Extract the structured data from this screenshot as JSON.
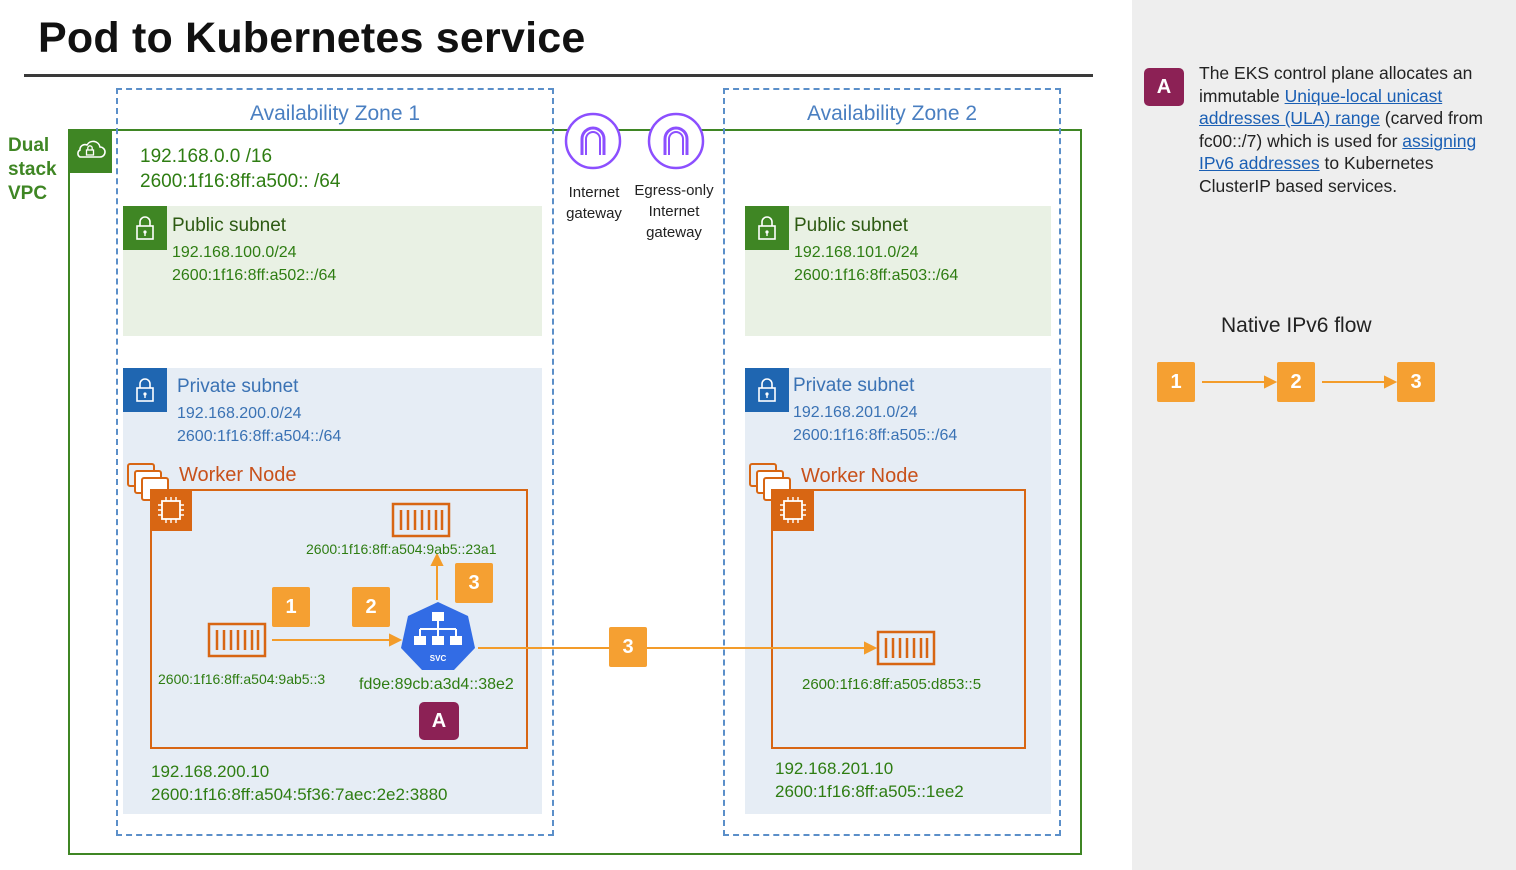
{
  "title": "Pod to Kubernetes service",
  "vpc": {
    "label_line1": "Dual",
    "label_line2": "stack",
    "label_line3": "VPC",
    "cidr_v4": "192.168.0.0 /16",
    "cidr_v6": "2600:1f16:8ff:a500:: /64"
  },
  "az1": {
    "label": "Availability Zone 1",
    "public_subnet": {
      "title": "Public subnet",
      "cidr_v4": "192.168.100.0/24",
      "cidr_v6": "2600:1f16:8ff:a502::/64"
    },
    "private_subnet": {
      "title": "Private subnet",
      "cidr_v4": "192.168.200.0/24",
      "cidr_v6": "2600:1f16:8ff:a504::/64"
    },
    "worker_node": {
      "label": "Worker Node",
      "pod_top_ip": "2600:1f16:8ff:a504:9ab5::23a1",
      "pod_left_ip": "2600:1f16:8ff:a504:9ab5::3",
      "svc_ip": "fd9e:89cb:a3d4::38e2",
      "svc_badge_text": "SVC",
      "node_ip_v4": "192.168.200.10",
      "node_ip_v6": "2600:1f16:8ff:a504:5f36:7aec:2e2:3880"
    }
  },
  "az2": {
    "label": "Availability Zone 2",
    "public_subnet": {
      "title": "Public subnet",
      "cidr_v4": "192.168.101.0/24",
      "cidr_v6": "2600:1f16:8ff:a503::/64"
    },
    "private_subnet": {
      "title": "Private subnet",
      "cidr_v4": "192.168.201.0/24",
      "cidr_v6": "2600:1f16:8ff:a505::/64"
    },
    "worker_node": {
      "label": "Worker Node",
      "pod_ip": "2600:1f16:8ff:a505:d853::5",
      "node_ip_v4": "192.168.201.10",
      "node_ip_v6": "2600:1f16:8ff:a505::1ee2"
    }
  },
  "gateways": {
    "internet_line1": "Internet",
    "internet_line2": "gateway",
    "egress_line1": "Egress-only",
    "egress_line2": "Internet",
    "egress_line3": "gateway"
  },
  "steps": {
    "one": "1",
    "two": "2",
    "three": "3",
    "a": "A"
  },
  "note": {
    "badge": "A",
    "p1": "The EKS control plane allocates an immutable ",
    "link1": "Unique-local unicast addresses (ULA) range",
    "p2": " (carved from fc00::/7) which is used for ",
    "link2": "assigning IPv6 addresses",
    "p3": " to Kubernetes ClusterIP based services."
  },
  "legend": {
    "title": "Native IPv6 flow",
    "s1": "1",
    "s2": "2",
    "s3": "3"
  },
  "colors": {
    "vpc_green": "#3f8624",
    "az_blue": "#5b8fc9",
    "private_blue": "#1f66b1",
    "worker_orange": "#d86613",
    "step_orange": "#f5a032",
    "flow_orange": "#f39c2a",
    "ula_purple": "#8c2155",
    "gateway_purple": "#8c4fff",
    "svc_blue": "#326ce5"
  },
  "icons": {
    "vpc": "cloud-lock-icon",
    "subnet": "padlock-icon",
    "worker_node": "instances-icon",
    "ec2": "chip-icon",
    "pod": "container-icon",
    "svc": "kubernetes-service-icon",
    "gateway": "arch-gateway-icon"
  }
}
